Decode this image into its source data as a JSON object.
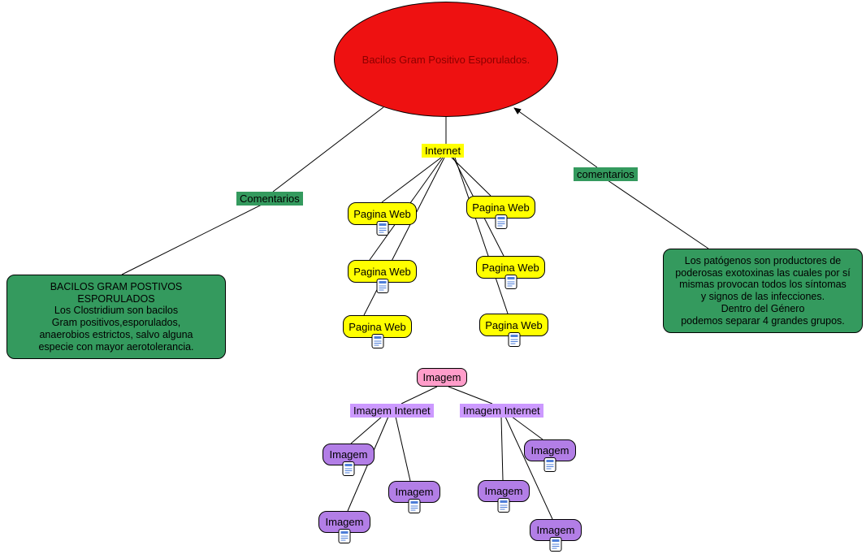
{
  "nodes": {
    "root": "Bacilos Gram Positivo Esporulados.",
    "internet": "Internet",
    "comentarios_left": "Comentarios",
    "comentarios_right": "comentarios",
    "pagina_web": [
      "Pagina Web",
      "Pagina Web",
      "Pagina Web",
      "Pagina Web",
      "Pagina Web",
      "Pagina Web"
    ],
    "imagem_root": "Imagem",
    "imagem_internet": [
      "Imagem Internet",
      "Imagem Internet"
    ],
    "imagem": [
      "Imagem",
      "Imagem",
      "Imagem",
      "Imagem",
      "Imagem",
      "Imagem"
    ]
  },
  "notes": {
    "left": "BACILOS GRAM POSTIVOS ESPORULADOS\nLos Clostridium son bacilos\nGram positivos,esporulados,\nanaerobios estrictos, salvo alguna\nespecie con mayor aerotolerancia.",
    "right": "Los patógenos son productores de\npoderosas exotoxinas las cuales por sí\nmismas provocan todos los síntomas\ny signos de las infecciones.\nDentro del Género\npodemos separar 4 grandes grupos."
  },
  "icons": {
    "resource": "web-page-document-icon"
  },
  "colors": {
    "root_fill": "#ee1111",
    "root_text": "#8b0000",
    "node_yellow": "#ffff00",
    "label_green": "#349a5e",
    "note_green": "#349a5e",
    "node_pink": "#ff9dca",
    "node_purple": "#b27ee6",
    "label_purple": "#cc99ff",
    "edge": "#000000"
  }
}
